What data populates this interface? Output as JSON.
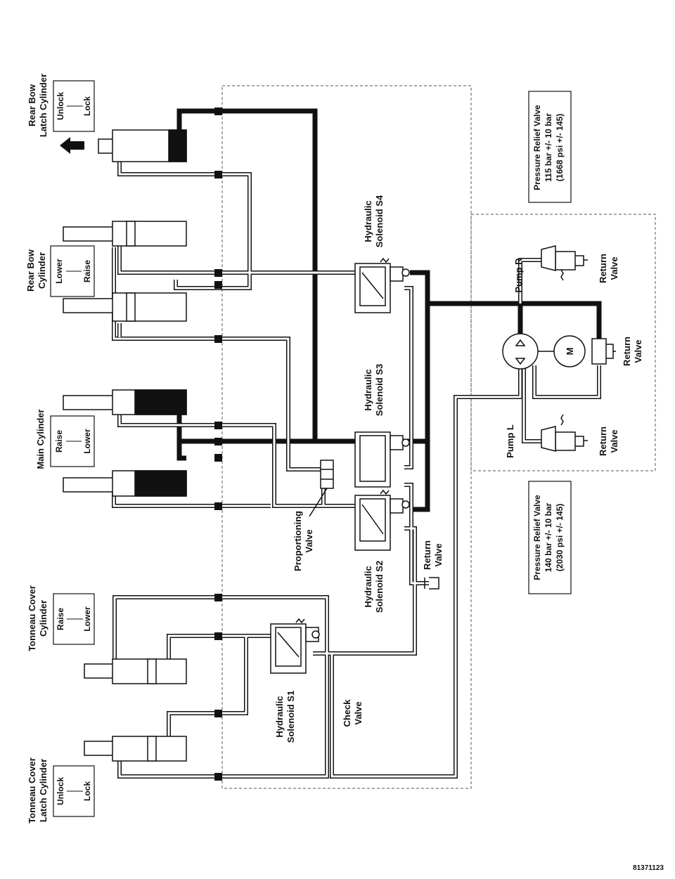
{
  "labels": {
    "rear_bow_latch_cylinder": [
      "Rear Bow",
      "Latch Cylinder"
    ],
    "rear_bow_latch_unlock": "Unlock",
    "rear_bow_latch_lock": "Lock",
    "rear_bow_cylinder": [
      "Rear Bow",
      "Cylinder"
    ],
    "rear_bow_lower": "Lower",
    "rear_bow_raise": "Raise",
    "main_cylinder": "Main Cylinder",
    "main_raise": "Raise",
    "main_lower": "Lower",
    "tonneau_cover_cylinder": [
      "Tonneau Cover",
      "Cylinder"
    ],
    "tonneau_raise": "Raise",
    "tonneau_lower": "Lower",
    "tonneau_latch_cylinder": [
      "Tonneau Cover",
      "Latch Cylinder"
    ],
    "tonneau_latch_unlock": "Unlock",
    "tonneau_latch_lock": "Lock",
    "solenoid_s1": [
      "Hydraulic",
      "Solenoid S1"
    ],
    "solenoid_s2": [
      "Hydraulic",
      "Solenoid S2"
    ],
    "solenoid_s3": [
      "Hydraulic",
      "Solenoid S3"
    ],
    "solenoid_s4": [
      "Hydraulic",
      "Solenoid S4"
    ],
    "proportioning_valve": [
      "Proportioning",
      "Valve"
    ],
    "check_valve": [
      "Check",
      "Valve"
    ],
    "return_valve": [
      "Return",
      "Valve"
    ],
    "pump_r": "Pump R",
    "pump_l": "Pump L",
    "motor": "M",
    "relief_upper": [
      "Pressure Relief Valve",
      "115 bar +/- 10 bar",
      "(1668 psi +/- 145)"
    ],
    "relief_lower": [
      "Pressure Relief Valve",
      "140 bar +/- 10 bar",
      "(2030 psi +/- 145)"
    ]
  },
  "figure_id": "81371123",
  "colors": {
    "line": "#111111",
    "background": "#ffffff"
  }
}
